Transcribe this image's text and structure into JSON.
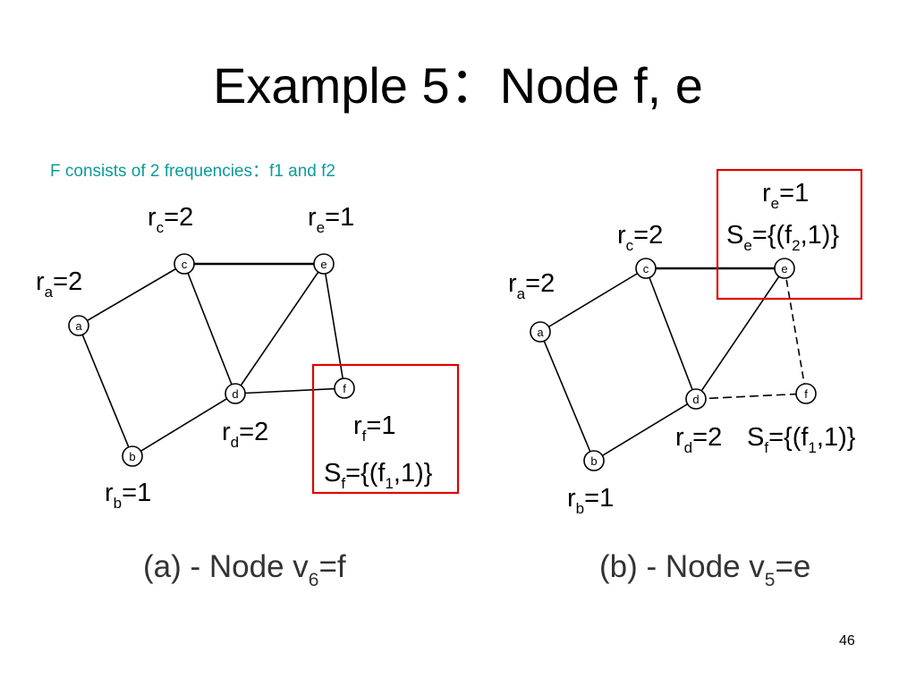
{
  "slide": {
    "title": "Example 5：Node f, e",
    "subtitle": "F consists of 2 frequencies：f1 and f2",
    "page_number": "46"
  },
  "colors": {
    "subtitle": "#0d9a9a",
    "highlight_box": "#e00000"
  },
  "diagram_a": {
    "nodes": {
      "a": "a",
      "b": "b",
      "c": "c",
      "d": "d",
      "e": "e",
      "f": "f"
    },
    "labels": {
      "rc": {
        "main": "r",
        "sub": "c",
        "val": "=2"
      },
      "re": {
        "main": "r",
        "sub": "e",
        "val": "=1"
      },
      "ra": {
        "main": "r",
        "sub": "a",
        "val": "=2"
      },
      "rd": {
        "main": "r",
        "sub": "d",
        "val": "=2"
      },
      "rb": {
        "main": "r",
        "sub": "b",
        "val": "=1"
      },
      "rf": {
        "main": "r",
        "sub": "f",
        "val": "=1"
      },
      "sf": {
        "main": "S",
        "sub": "f",
        "val1": "={(f",
        "sub2": "1",
        "val2": ",1)}"
      }
    },
    "caption": {
      "prefix": "(a) - Node v",
      "sub": "6",
      "suffix": "=f"
    }
  },
  "diagram_b": {
    "nodes": {
      "a": "a",
      "b": "b",
      "c": "c",
      "d": "d",
      "e": "e",
      "f": "f"
    },
    "labels": {
      "re": {
        "main": "r",
        "sub": "e",
        "val": "=1"
      },
      "se": {
        "main": "S",
        "sub": "e",
        "val1": "={(f",
        "sub2": "2",
        "val2": ",1)}"
      },
      "rc": {
        "main": "r",
        "sub": "c",
        "val": "=2"
      },
      "ra": {
        "main": "r",
        "sub": "a",
        "val": "=2"
      },
      "rd": {
        "main": "r",
        "sub": "d",
        "val": "=2"
      },
      "sf": {
        "main": "S",
        "sub": "f",
        "val1": "={(f",
        "sub2": "1",
        "val2": ",1)}"
      },
      "rb": {
        "main": "r",
        "sub": "b",
        "val": "=1"
      }
    },
    "caption": {
      "prefix": "(b) - Node v",
      "sub": "5",
      "suffix": "=e"
    }
  }
}
